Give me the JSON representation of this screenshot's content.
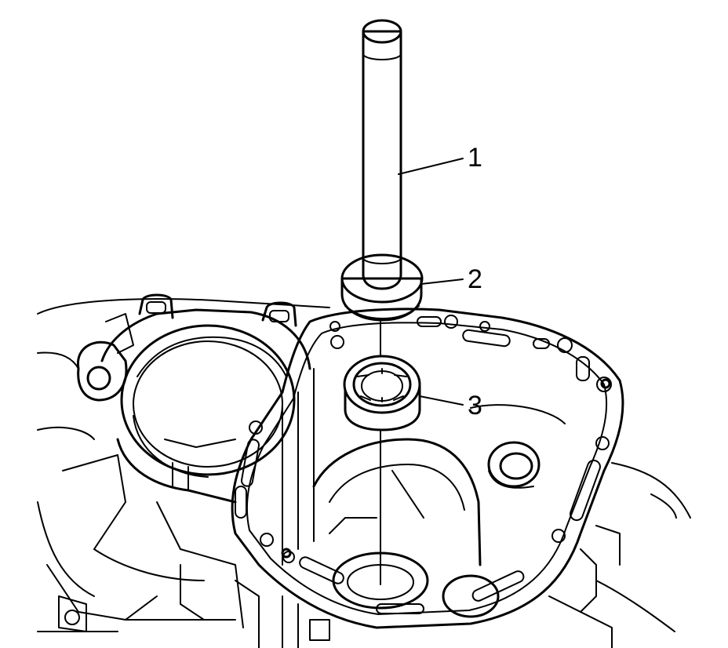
{
  "figure": {
    "callouts": [
      {
        "id": "1",
        "label": "1"
      },
      {
        "id": "2",
        "label": "2"
      },
      {
        "id": "3",
        "label": "3"
      }
    ]
  },
  "colors": {
    "ink": "#000000",
    "background": "#ffffff",
    "shading": "#8a8a8a"
  }
}
